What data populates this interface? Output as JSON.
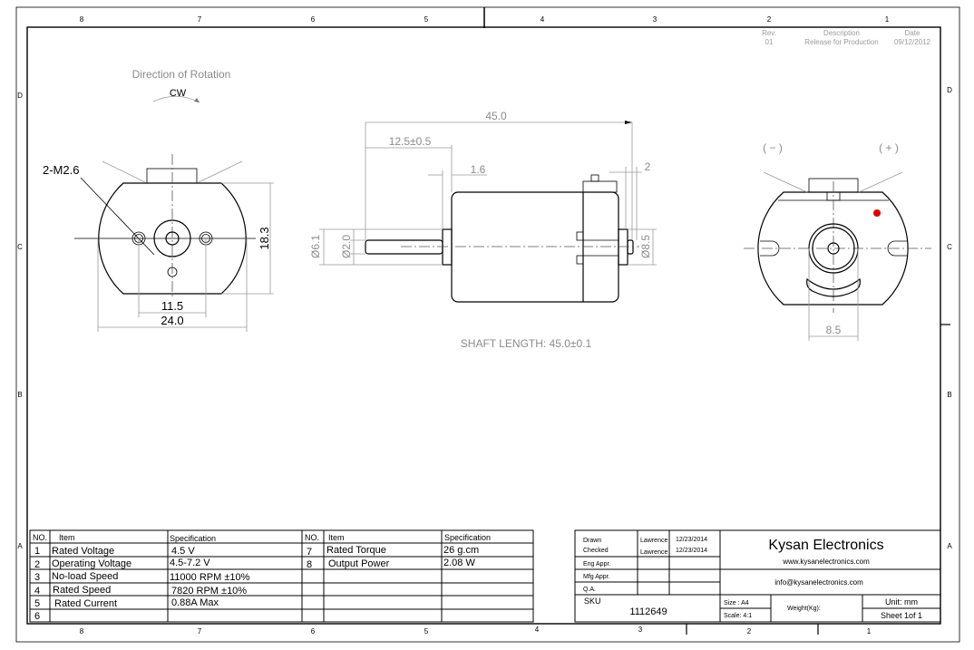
{
  "zones": {
    "columns": [
      "8",
      "7",
      "6",
      "5",
      "4",
      "3",
      "2",
      "1"
    ],
    "rows": [
      "D",
      "C",
      "B",
      "A"
    ]
  },
  "revision": {
    "headers": [
      "Rev.",
      "Description",
      "Date"
    ],
    "rows": [
      [
        "01",
        "Release for Production",
        "09/12/2012"
      ]
    ]
  },
  "front_view": {
    "rotation_label": "Direction of Rotation",
    "rotation_dir": "CW",
    "thread_callout": "2-M2.6",
    "dim_height": "18.3",
    "dim_hole_spacing": "11.5",
    "dim_width": "24.0"
  },
  "side_view": {
    "dim_overall": "45.0",
    "dim_shaft": "12.5±0.5",
    "dim_flange": "1.6",
    "dim_rear": "2",
    "dim_body_dia": "Ø6.1",
    "dim_shaft_dia": "Ø2.0",
    "dim_rear_dia": "Ø8.5",
    "note": "SHAFT LENGTH: 45.0±0.1"
  },
  "rear_view": {
    "terminal_neg": "( − )",
    "terminal_pos": "( + )",
    "dim_terminal_spacing": "8.5",
    "polarity_mark_color": "#e00000"
  },
  "spec_table": {
    "headers": [
      "NO.",
      "Item",
      "Specification",
      "NO.",
      "Item",
      "Specification"
    ],
    "left": [
      {
        "no": "1",
        "item": "Rated Voltage",
        "spec": "4.5 V"
      },
      {
        "no": "2",
        "item": "Operating Voltage",
        "spec": "4.5-7.2 V"
      },
      {
        "no": "3",
        "item": "No-load Speed",
        "spec": "11000 RPM ±10%"
      },
      {
        "no": "4",
        "item": "Rated Speed",
        "spec": "7820 RPM ±10%"
      },
      {
        "no": "5",
        "item": "Rated Current",
        "spec": "0.88A Max"
      },
      {
        "no": "6",
        "item": "",
        "spec": ""
      }
    ],
    "right": [
      {
        "no": "7",
        "item": "Rated Torque",
        "spec": "26 g.cm"
      },
      {
        "no": "8",
        "item": "Output Power",
        "spec": "2.08 W"
      }
    ]
  },
  "title_block": {
    "approvals": [
      {
        "role": "Drawn",
        "name": "Lawrence",
        "date": "12/23/2014"
      },
      {
        "role": "Checked",
        "name": "Lawrence",
        "date": "12/23/2014"
      },
      {
        "role": "Eng Appr.",
        "name": "",
        "date": ""
      },
      {
        "role": "Mfg Appr.",
        "name": "",
        "date": ""
      },
      {
        "role": "Q.A.",
        "name": "",
        "date": ""
      }
    ],
    "company": "Kysan Electronics",
    "website": "www.kysanelectronics.com",
    "email": "info@kysanelectronics.com",
    "sku_label": "SKU",
    "sku": "1112649",
    "size": "Size : A4",
    "scale": "Scale: 4:1",
    "weight": "Weight(Kg):",
    "unit": "Unit: mm",
    "sheet": "Sheet 1of 1"
  }
}
